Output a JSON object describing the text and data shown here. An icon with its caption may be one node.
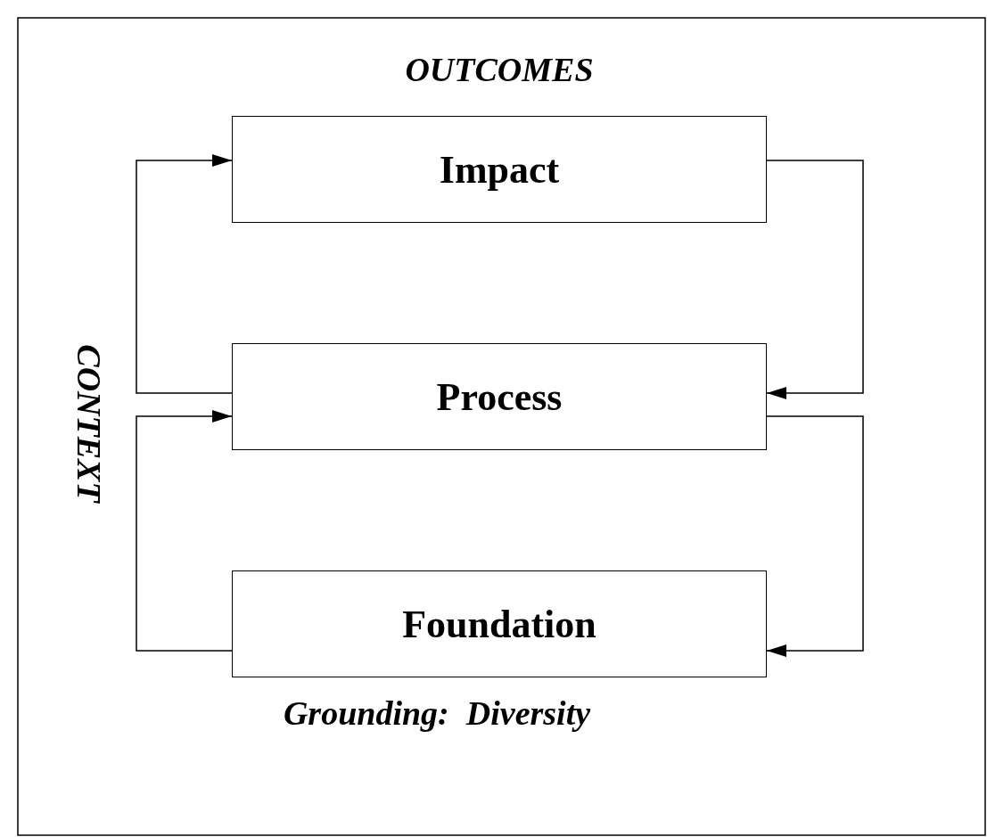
{
  "diagram": {
    "nodes": [
      {
        "text": [
          "Impact"
        ]
      },
      {
        "text": [
          "Process"
        ]
      },
      {
        "text": [
          "Foundation"
        ]
      }
    ],
    "edges": [
      {
        "from": 1,
        "to": 0,
        "arrow": "to"
      },
      {
        "from": 2,
        "to": 1,
        "arrow": "to"
      },
      {
        "from": 0,
        "to": 1,
        "arrow": "to"
      },
      {
        "from": 1,
        "to": 2,
        "arrow": "to"
      }
    ],
    "labels": [
      "OUTCOMES",
      "CONTEXT",
      "Grounding:  Diversity"
    ]
  }
}
